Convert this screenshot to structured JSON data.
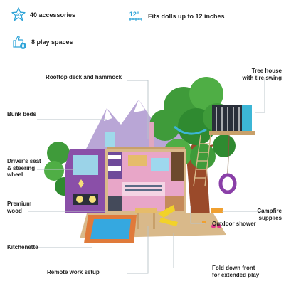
{
  "features": [
    {
      "icon": "star-badge-icon",
      "badge": "40",
      "text": "40 accessories"
    },
    {
      "icon": "ruler-icon",
      "badge": "12\"",
      "text": "Fits dolls up to 12 inches"
    },
    {
      "icon": "thumbs-up-badge-icon",
      "badge": "8",
      "text": "8 play spaces"
    }
  ],
  "callouts": {
    "rooftop": "Rooftop deck and hammock",
    "treehouse": [
      "Tree house",
      "with tire swing"
    ],
    "bunk_beds": "Bunk beds",
    "drivers_seat": [
      "Driver's seat",
      "& steering",
      "wheel"
    ],
    "premium_wood": [
      "Premium",
      "wood"
    ],
    "campfire": [
      "Campfire",
      "supplies"
    ],
    "outdoor_shower": "Outdoor shower",
    "kitchenette": "Kitchenette",
    "remote_work": "Remote work setup",
    "fold_down": [
      "Fold down front",
      "for extended play"
    ]
  },
  "colors": {
    "accent_blue": "#2ea4d8",
    "line_gray": "#b9c3c9",
    "van_purple": "#8a4fa8",
    "tree_green": "#3f9b3a",
    "trunk_brown": "#9a4a2a",
    "pool_blue": "#35a8e0"
  }
}
